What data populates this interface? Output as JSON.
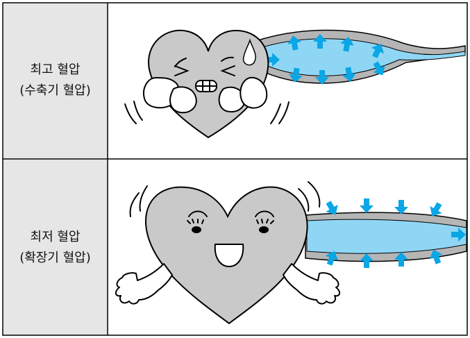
{
  "rows": [
    {
      "line1": "최고 혈압",
      "line2": "(수축기 혈압)"
    },
    {
      "line1": "최저 혈압",
      "line2": "(확장기 혈압)"
    }
  ],
  "colors": {
    "label_bg": "#e6e6e6",
    "heart_fill": "#c9c9c9",
    "vessel_fill": "#8fd6f5",
    "vessel_wall": "#b5b5b5",
    "arrow": "#0aa6e6",
    "outline": "#000000"
  },
  "icons": [
    "heart-squeezed-icon",
    "heart-happy-icon",
    "outward-arrow-icon",
    "inward-arrow-icon",
    "sweat-drop-icon"
  ]
}
